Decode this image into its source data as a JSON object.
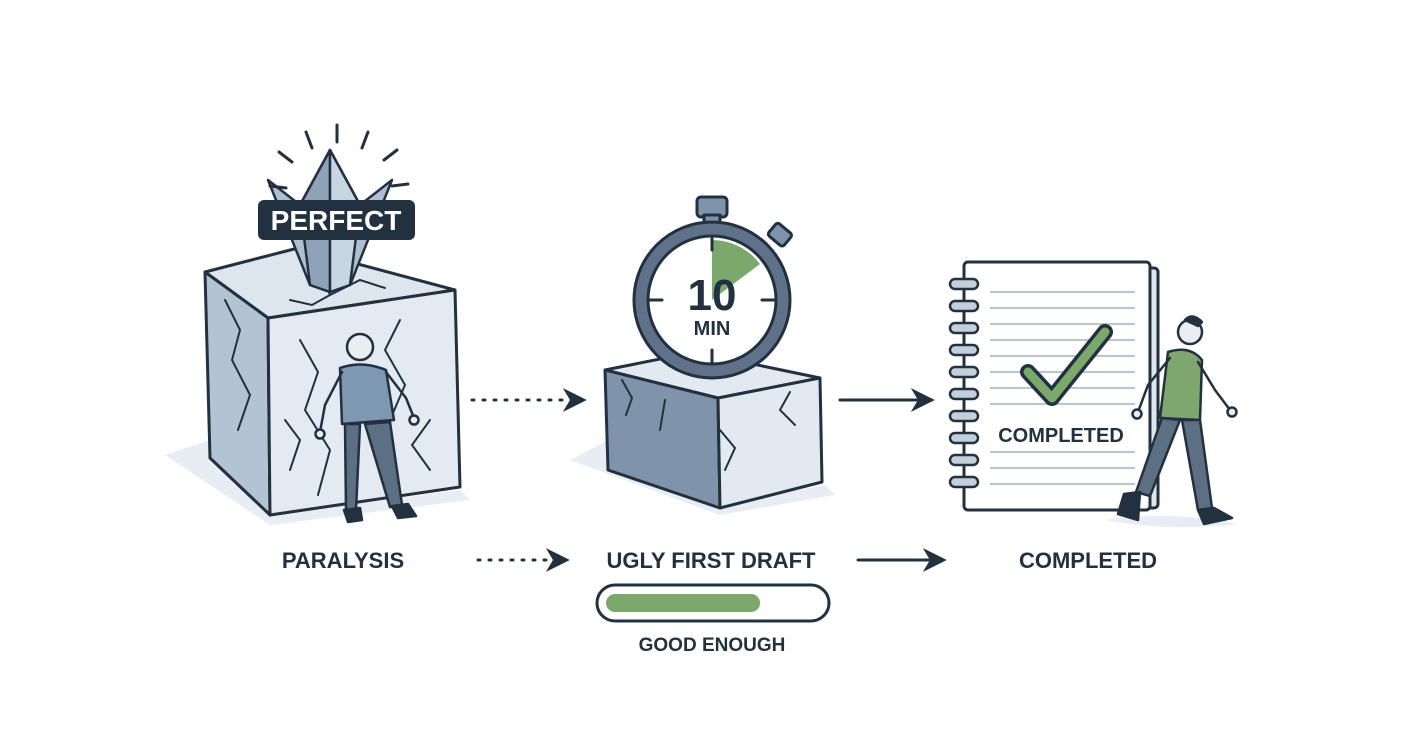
{
  "diagram": {
    "stages": [
      {
        "id": "paralysis",
        "label": "PARALYSIS",
        "badge": "PERFECT"
      },
      {
        "id": "draft",
        "label": "UGLY FIRST DRAFT",
        "timer_number": "10",
        "timer_unit": "MIN",
        "progress_label": "GOOD ENOUGH",
        "progress_fraction": 0.72
      },
      {
        "id": "completed",
        "label": "COMPLETED",
        "notebook_label": "COMPLETED"
      }
    ],
    "connectors": [
      {
        "from": "paralysis",
        "to": "draft",
        "style": "dotted"
      },
      {
        "from": "draft",
        "to": "completed",
        "style": "solid"
      }
    ]
  },
  "colors": {
    "ink": "#22313f",
    "slate": "#7f93ab",
    "stone_light": "#e3e9f0",
    "stone_side": "#c7d3df",
    "accent_green": "#7aa96b",
    "shadow": "#e7edf3"
  }
}
